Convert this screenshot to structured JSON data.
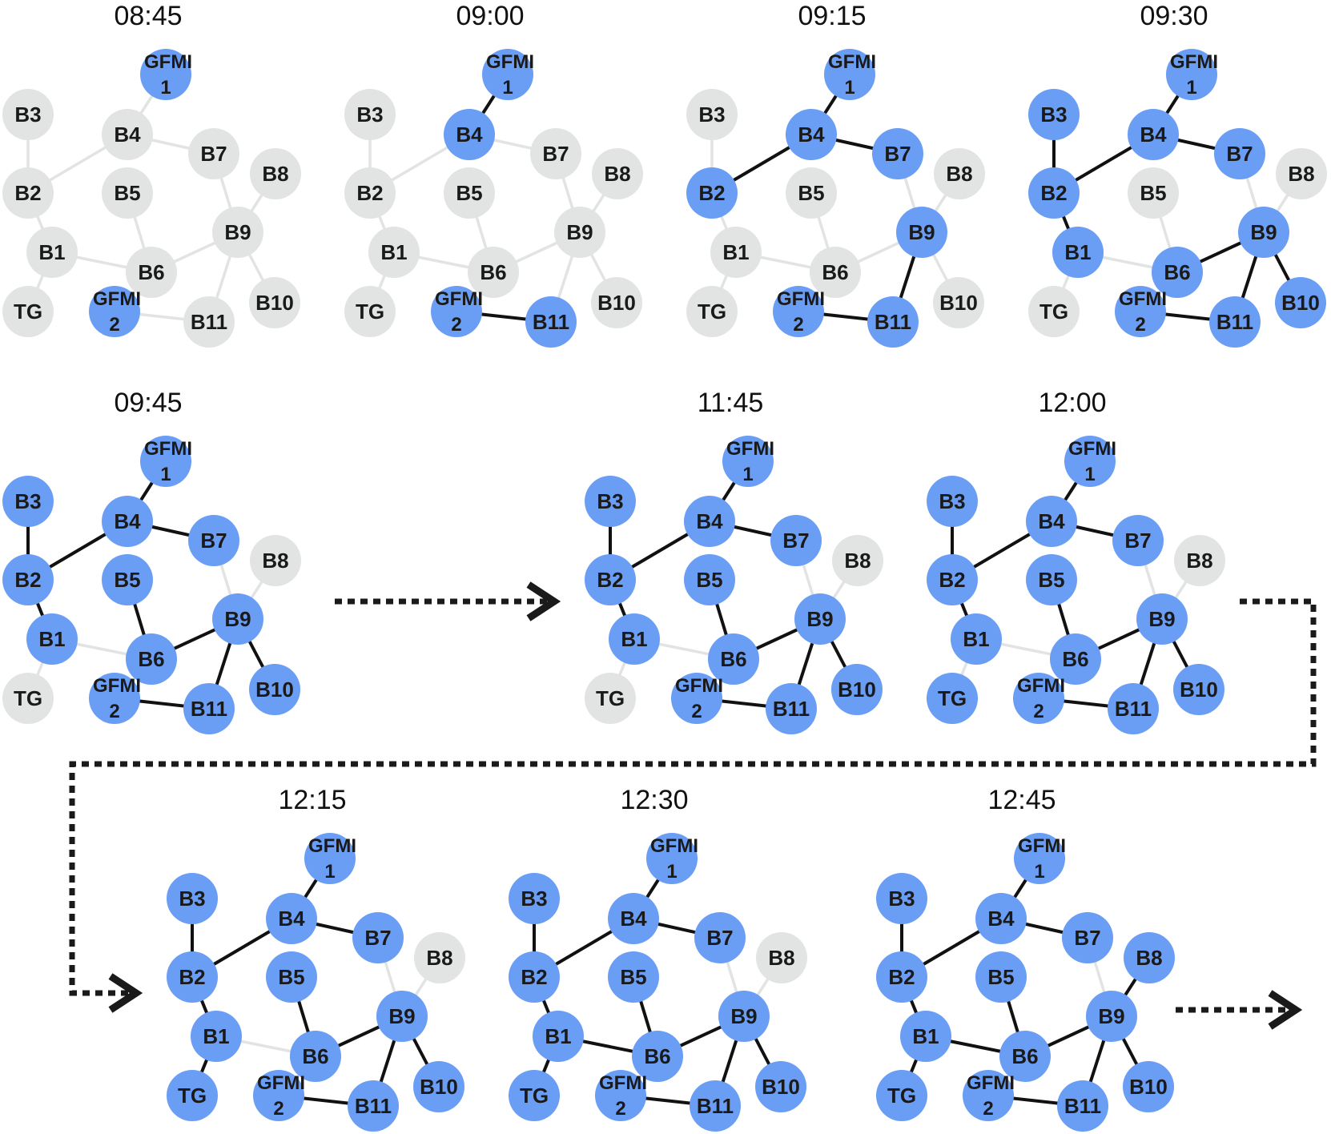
{
  "colors": {
    "active_node": "#6a9df4",
    "inactive_node": "#e2e3e3",
    "active_edge": "#111111",
    "inactive_edge": "#e2e3e3",
    "label": "#1a1a1a",
    "arrow": "#1a1a1a"
  },
  "nodes": [
    {
      "id": "GFMI1",
      "lines": [
        "GFMI",
        "1"
      ]
    },
    {
      "id": "B3",
      "lines": [
        "B3"
      ]
    },
    {
      "id": "B4",
      "lines": [
        "B4"
      ]
    },
    {
      "id": "B7",
      "lines": [
        "B7"
      ]
    },
    {
      "id": "B8",
      "lines": [
        "B8"
      ]
    },
    {
      "id": "B2",
      "lines": [
        "B2"
      ]
    },
    {
      "id": "B5",
      "lines": [
        "B5"
      ]
    },
    {
      "id": "B9",
      "lines": [
        "B9"
      ]
    },
    {
      "id": "B1",
      "lines": [
        "B1"
      ]
    },
    {
      "id": "B6",
      "lines": [
        "B6"
      ]
    },
    {
      "id": "TG",
      "lines": [
        "TG"
      ]
    },
    {
      "id": "GFMI2",
      "lines": [
        "GFMI",
        "2"
      ]
    },
    {
      "id": "B11",
      "lines": [
        "B11"
      ]
    },
    {
      "id": "B10",
      "lines": [
        "B10"
      ]
    }
  ],
  "edges": [
    [
      "GFMI1",
      "B4"
    ],
    [
      "B3",
      "B2"
    ],
    [
      "B4",
      "B2"
    ],
    [
      "B4",
      "B7"
    ],
    [
      "B7",
      "B9"
    ],
    [
      "B8",
      "B9"
    ],
    [
      "B2",
      "B1"
    ],
    [
      "B5",
      "B6"
    ],
    [
      "B1",
      "B6"
    ],
    [
      "B6",
      "B9"
    ],
    [
      "B1",
      "TG"
    ],
    [
      "B9",
      "B11"
    ],
    [
      "B9",
      "B10"
    ],
    [
      "GFMI2",
      "B11"
    ]
  ],
  "snapshots": [
    {
      "time": "08:45",
      "active_nodes": [
        "GFMI1",
        "GFMI2"
      ],
      "active_edges": []
    },
    {
      "time": "09:00",
      "active_nodes": [
        "GFMI1",
        "B4",
        "GFMI2",
        "B11"
      ],
      "active_edges": [
        [
          "GFMI1",
          "B4"
        ],
        [
          "GFMI2",
          "B11"
        ]
      ]
    },
    {
      "time": "09:15",
      "active_nodes": [
        "GFMI1",
        "B4",
        "B7",
        "B2",
        "B9",
        "GFMI2",
        "B11"
      ],
      "active_edges": [
        [
          "GFMI1",
          "B4"
        ],
        [
          "B4",
          "B2"
        ],
        [
          "B4",
          "B7"
        ],
        [
          "B9",
          "B11"
        ],
        [
          "GFMI2",
          "B11"
        ]
      ]
    },
    {
      "time": "09:30",
      "active_nodes": [
        "GFMI1",
        "B3",
        "B4",
        "B7",
        "B2",
        "B9",
        "B1",
        "B6",
        "GFMI2",
        "B11",
        "B10"
      ],
      "active_edges": [
        [
          "GFMI1",
          "B4"
        ],
        [
          "B3",
          "B2"
        ],
        [
          "B4",
          "B2"
        ],
        [
          "B4",
          "B7"
        ],
        [
          "B2",
          "B1"
        ],
        [
          "B6",
          "B9"
        ],
        [
          "B9",
          "B11"
        ],
        [
          "B9",
          "B10"
        ],
        [
          "GFMI2",
          "B11"
        ]
      ]
    },
    {
      "time": "09:45",
      "active_nodes": [
        "GFMI1",
        "B3",
        "B4",
        "B7",
        "B2",
        "B5",
        "B9",
        "B1",
        "B6",
        "GFMI2",
        "B11",
        "B10"
      ],
      "active_edges": [
        [
          "GFMI1",
          "B4"
        ],
        [
          "B3",
          "B2"
        ],
        [
          "B4",
          "B2"
        ],
        [
          "B4",
          "B7"
        ],
        [
          "B2",
          "B1"
        ],
        [
          "B5",
          "B6"
        ],
        [
          "B6",
          "B9"
        ],
        [
          "B9",
          "B11"
        ],
        [
          "B9",
          "B10"
        ],
        [
          "GFMI2",
          "B11"
        ]
      ]
    },
    {
      "time": "11:45",
      "active_nodes": [
        "GFMI1",
        "B3",
        "B4",
        "B7",
        "B2",
        "B5",
        "B9",
        "B1",
        "B6",
        "GFMI2",
        "B11",
        "B10"
      ],
      "active_edges": [
        [
          "GFMI1",
          "B4"
        ],
        [
          "B3",
          "B2"
        ],
        [
          "B4",
          "B2"
        ],
        [
          "B4",
          "B7"
        ],
        [
          "B2",
          "B1"
        ],
        [
          "B5",
          "B6"
        ],
        [
          "B6",
          "B9"
        ],
        [
          "B9",
          "B11"
        ],
        [
          "B9",
          "B10"
        ],
        [
          "GFMI2",
          "B11"
        ]
      ]
    },
    {
      "time": "12:00",
      "active_nodes": [
        "GFMI1",
        "B3",
        "B4",
        "B7",
        "B2",
        "B5",
        "B9",
        "B1",
        "B6",
        "TG",
        "GFMI2",
        "B11",
        "B10"
      ],
      "active_edges": [
        [
          "GFMI1",
          "B4"
        ],
        [
          "B3",
          "B2"
        ],
        [
          "B4",
          "B2"
        ],
        [
          "B4",
          "B7"
        ],
        [
          "B2",
          "B1"
        ],
        [
          "B5",
          "B6"
        ],
        [
          "B6",
          "B9"
        ],
        [
          "B9",
          "B11"
        ],
        [
          "B9",
          "B10"
        ],
        [
          "GFMI2",
          "B11"
        ]
      ]
    },
    {
      "time": "12:15",
      "active_nodes": [
        "GFMI1",
        "B3",
        "B4",
        "B7",
        "B2",
        "B5",
        "B9",
        "B1",
        "B6",
        "TG",
        "GFMI2",
        "B11",
        "B10"
      ],
      "active_edges": [
        [
          "GFMI1",
          "B4"
        ],
        [
          "B3",
          "B2"
        ],
        [
          "B4",
          "B2"
        ],
        [
          "B4",
          "B7"
        ],
        [
          "B2",
          "B1"
        ],
        [
          "B5",
          "B6"
        ],
        [
          "B6",
          "B9"
        ],
        [
          "B1",
          "TG"
        ],
        [
          "B9",
          "B11"
        ],
        [
          "B9",
          "B10"
        ],
        [
          "GFMI2",
          "B11"
        ]
      ]
    },
    {
      "time": "12:30",
      "active_nodes": [
        "GFMI1",
        "B3",
        "B4",
        "B7",
        "B2",
        "B5",
        "B9",
        "B1",
        "B6",
        "TG",
        "GFMI2",
        "B11",
        "B10"
      ],
      "active_edges": [
        [
          "GFMI1",
          "B4"
        ],
        [
          "B3",
          "B2"
        ],
        [
          "B4",
          "B2"
        ],
        [
          "B4",
          "B7"
        ],
        [
          "B2",
          "B1"
        ],
        [
          "B5",
          "B6"
        ],
        [
          "B1",
          "B6"
        ],
        [
          "B6",
          "B9"
        ],
        [
          "B1",
          "TG"
        ],
        [
          "B9",
          "B11"
        ],
        [
          "B9",
          "B10"
        ],
        [
          "GFMI2",
          "B11"
        ]
      ]
    },
    {
      "time": "12:45",
      "active_nodes": [
        "GFMI1",
        "B3",
        "B4",
        "B7",
        "B8",
        "B2",
        "B5",
        "B9",
        "B1",
        "B6",
        "TG",
        "GFMI2",
        "B11",
        "B10"
      ],
      "active_edges": [
        [
          "GFMI1",
          "B4"
        ],
        [
          "B3",
          "B2"
        ],
        [
          "B4",
          "B2"
        ],
        [
          "B4",
          "B7"
        ],
        [
          "B8",
          "B9"
        ],
        [
          "B2",
          "B1"
        ],
        [
          "B5",
          "B6"
        ],
        [
          "B1",
          "B6"
        ],
        [
          "B6",
          "B9"
        ],
        [
          "B1",
          "TG"
        ],
        [
          "B9",
          "B11"
        ],
        [
          "B9",
          "B10"
        ],
        [
          "GFMI2",
          "B11"
        ]
      ]
    }
  ]
}
